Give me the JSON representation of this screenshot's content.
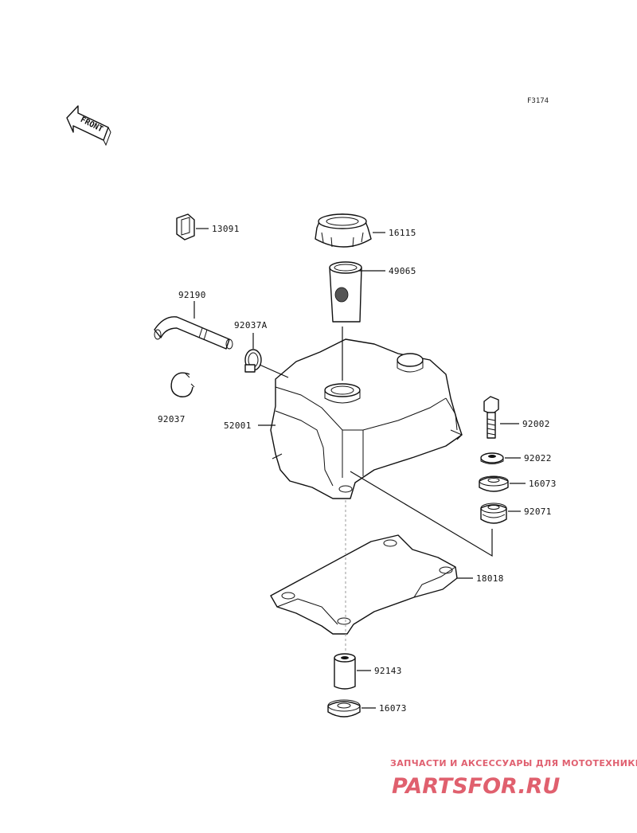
{
  "diagram_code": "F3174",
  "front_label": "FRONT",
  "parts": {
    "p13091": "13091",
    "p16115": "16115",
    "p49065": "49065",
    "p92190": "92190",
    "p92037A": "92037A",
    "p92037": "92037",
    "p52001": "52001",
    "p92002": "92002",
    "p92022": "92022",
    "p16073_a": "16073",
    "p92071": "92071",
    "p18018": "18018",
    "p92143": "92143",
    "p16073_b": "16073"
  },
  "watermark": {
    "caption": "ЗАПЧАСТИ И АКСЕССУАРЫ ДЛЯ МОТОТЕХНИКИ",
    "logo": "PARTSFOR.RU"
  }
}
